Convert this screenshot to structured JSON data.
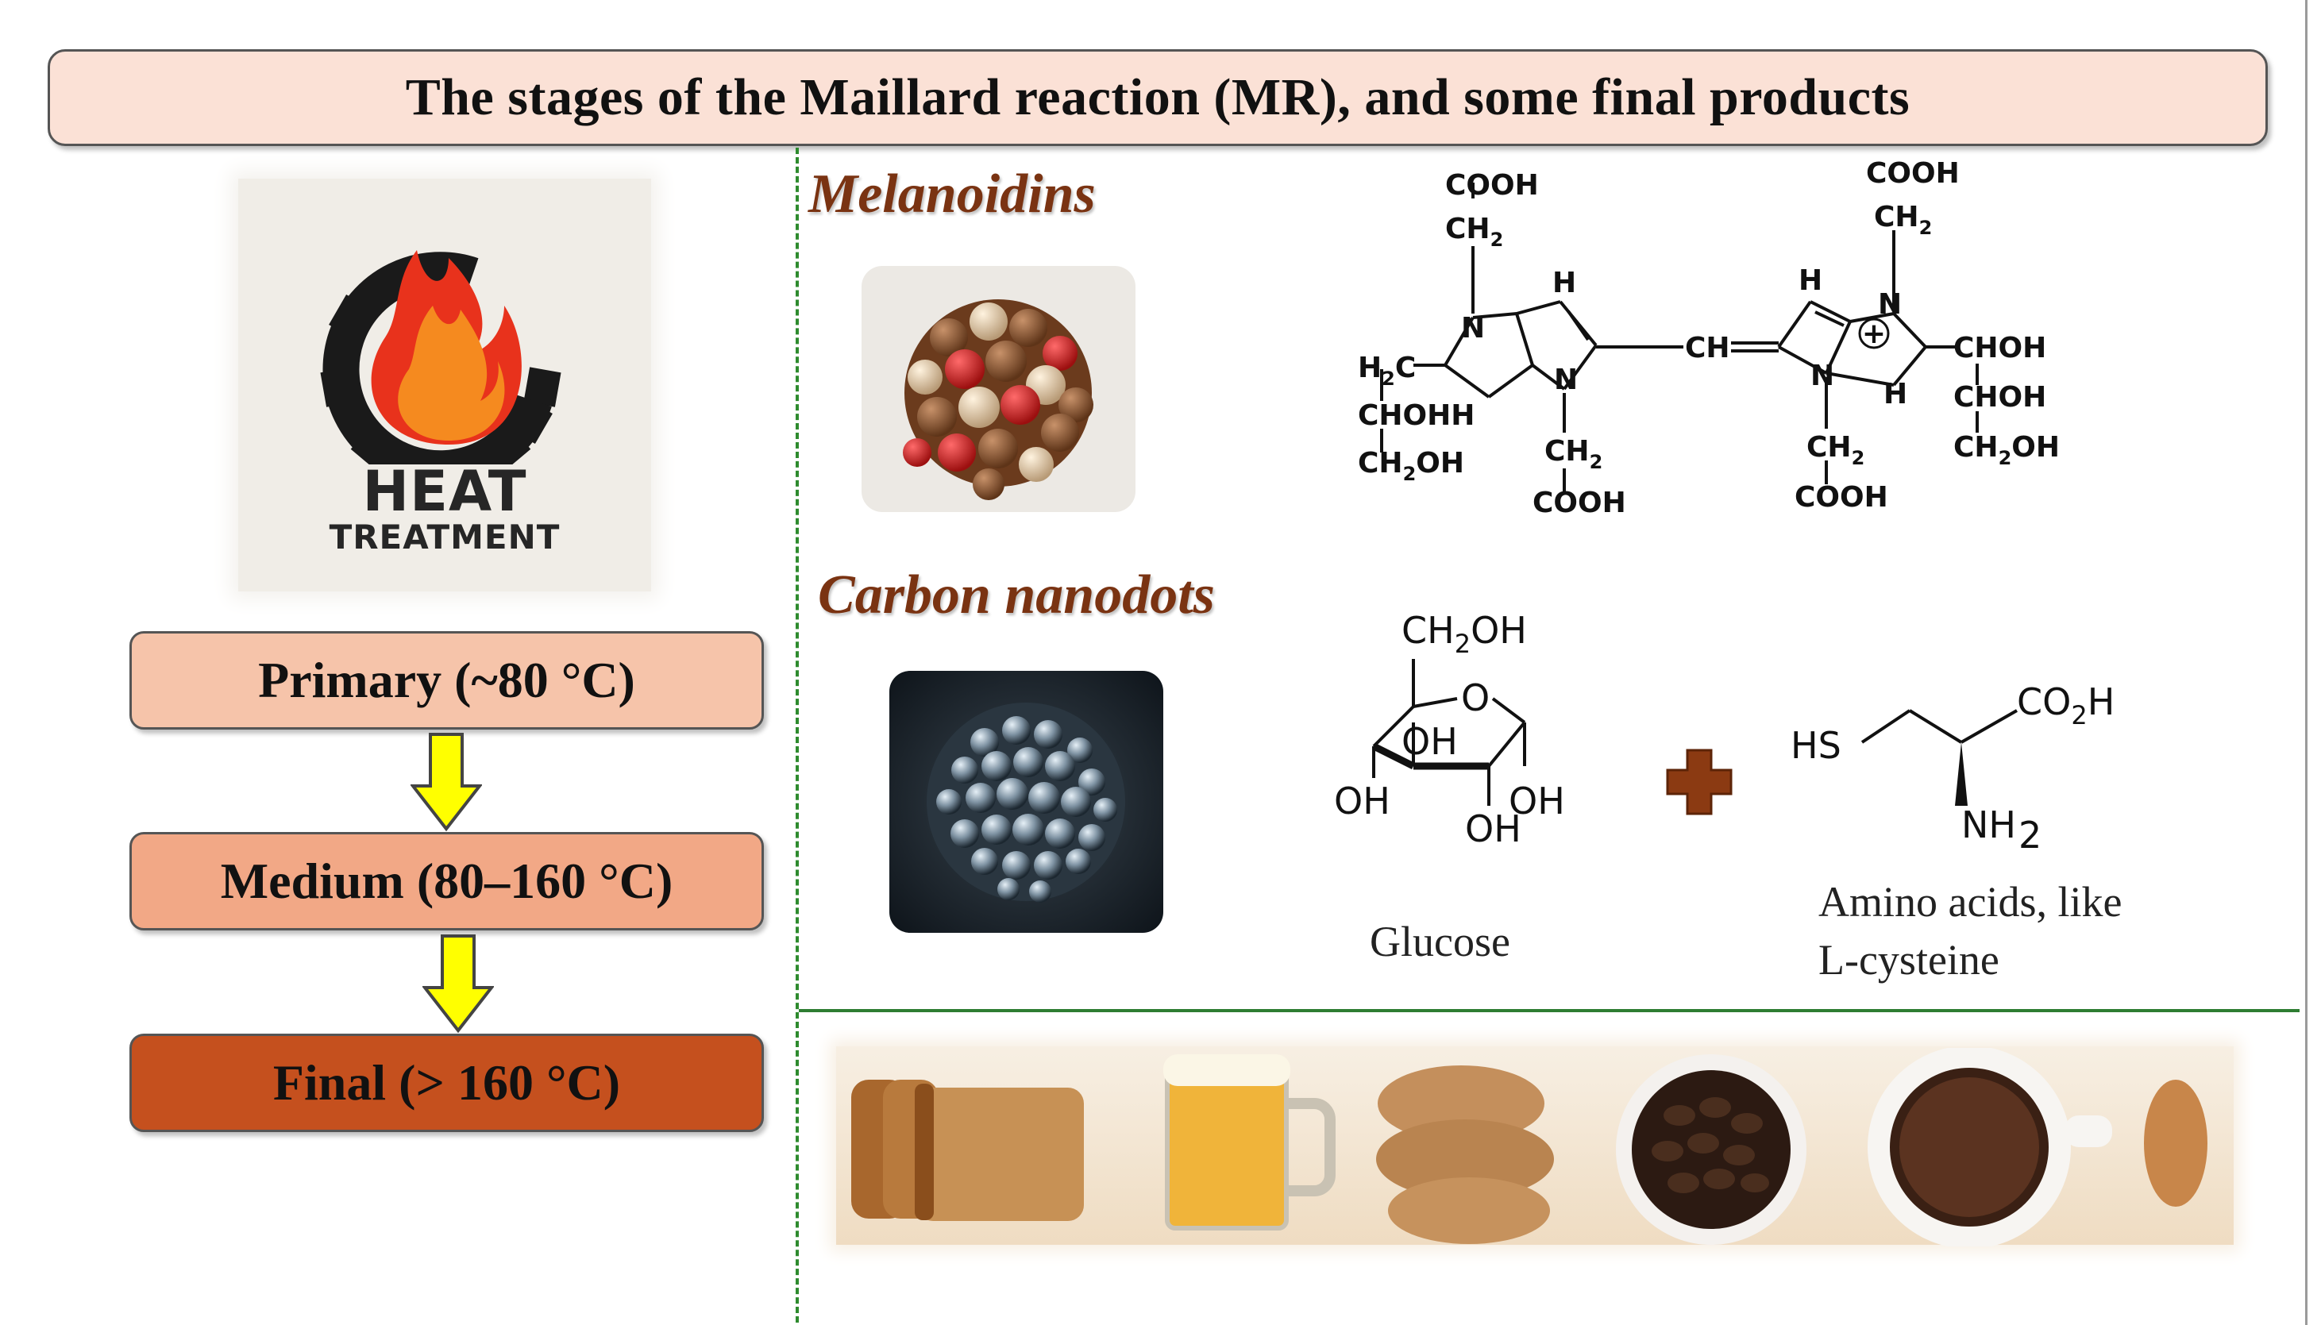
{
  "title": "The stages of the Maillard reaction (MR), and some final products",
  "logo": {
    "word1": "HEAT",
    "word2": "TREATMENT"
  },
  "stages": [
    {
      "label": "Primary (~80 °C)",
      "color": "#f6c4aa"
    },
    {
      "label": "Medium (80–160 °C)",
      "color": "#f2a886"
    },
    {
      "label": "Final (> 160 °C)",
      "color": "#c5501e"
    }
  ],
  "arrow_color": "#ffff00",
  "melanoidins": {
    "heading": "Melanoidins",
    "labels": {
      "cooh": "COOH",
      "ch2": "CH",
      "sub2": "2",
      "ch": "CH",
      "h": "H",
      "n": "N",
      "chohh": "CHOHH",
      "choh": "CHOH",
      "ch2oh": "CH",
      "oh_suffix": "OH",
      "h2c_pre": "H",
      "h2c_post": "C"
    }
  },
  "carbon_nanodots": {
    "heading": "Carbon nanodots",
    "glucose": {
      "ch2oh": "CH",
      "sub2": "2",
      "oh_suffix": "OH",
      "o": "O",
      "oh": "OH",
      "caption": "Glucose"
    },
    "cysteine": {
      "hs": "HS",
      "co2h_pre": "CO",
      "co2h_post": "H",
      "nh2_pre": "NH",
      "sub2": "2",
      "caption_line1": "Amino acids, like",
      "caption_line2": "L-cysteine"
    }
  },
  "plus_color": "#8b3a12",
  "foods": [
    "bread-icon",
    "beer-mug-icon",
    "cookies-icon",
    "coffee-beans-icon",
    "coffee-cup-icon"
  ]
}
